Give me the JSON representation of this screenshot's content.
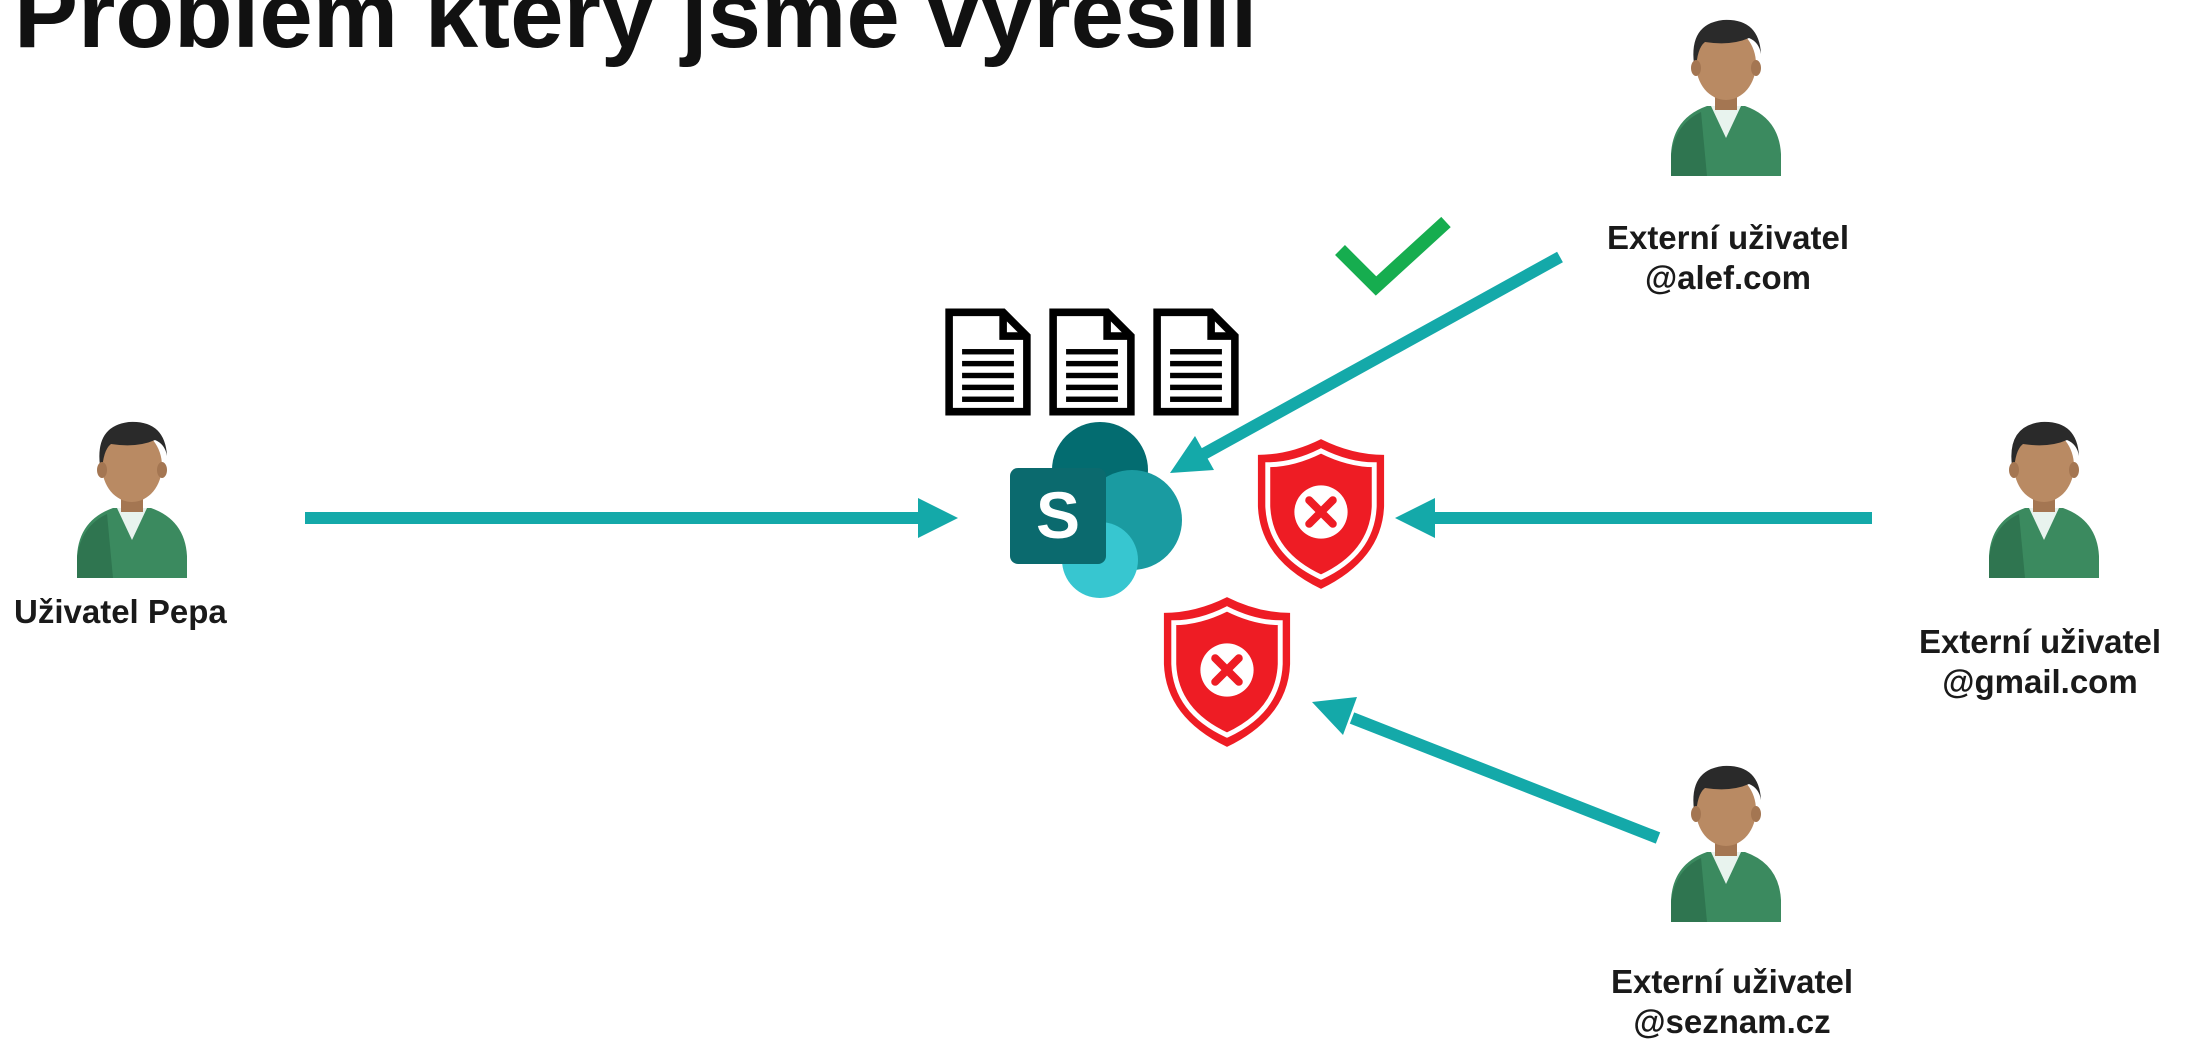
{
  "title": "Problém který jsme vyřešili",
  "colors": {
    "arrow": "#14a9a9",
    "check": "#16ad4f",
    "shield_red": "#ee1c24",
    "sharepoint_dark": "#036c70",
    "sharepoint_mid": "#1a9ba1",
    "sharepoint_light": "#37c6d0",
    "person_shirt": "#3b8a5f",
    "person_skin": "#b98a63",
    "person_hair": "#2a2a2a"
  },
  "actors": {
    "internal": {
      "label": "Uživatel Pepa",
      "icon": "user-icon"
    },
    "alef": {
      "line1": "Externí uživatel",
      "line2": "@alef.com",
      "status": "allowed",
      "icon": "user-icon"
    },
    "gmail": {
      "line1": "Externí uživatel",
      "line2": "@gmail.com",
      "status": "blocked",
      "icon": "user-icon"
    },
    "seznam": {
      "line1": "Externí uživatel",
      "line2": "@seznam.cz",
      "status": "blocked",
      "icon": "user-icon"
    }
  },
  "center": {
    "app_icon": "sharepoint-icon",
    "app_letter": "S",
    "document_count": 3,
    "document_icon": "document-icon"
  },
  "markers": {
    "allowed_icon": "checkmark-icon",
    "blocked_icon": "shield-x-icon"
  }
}
